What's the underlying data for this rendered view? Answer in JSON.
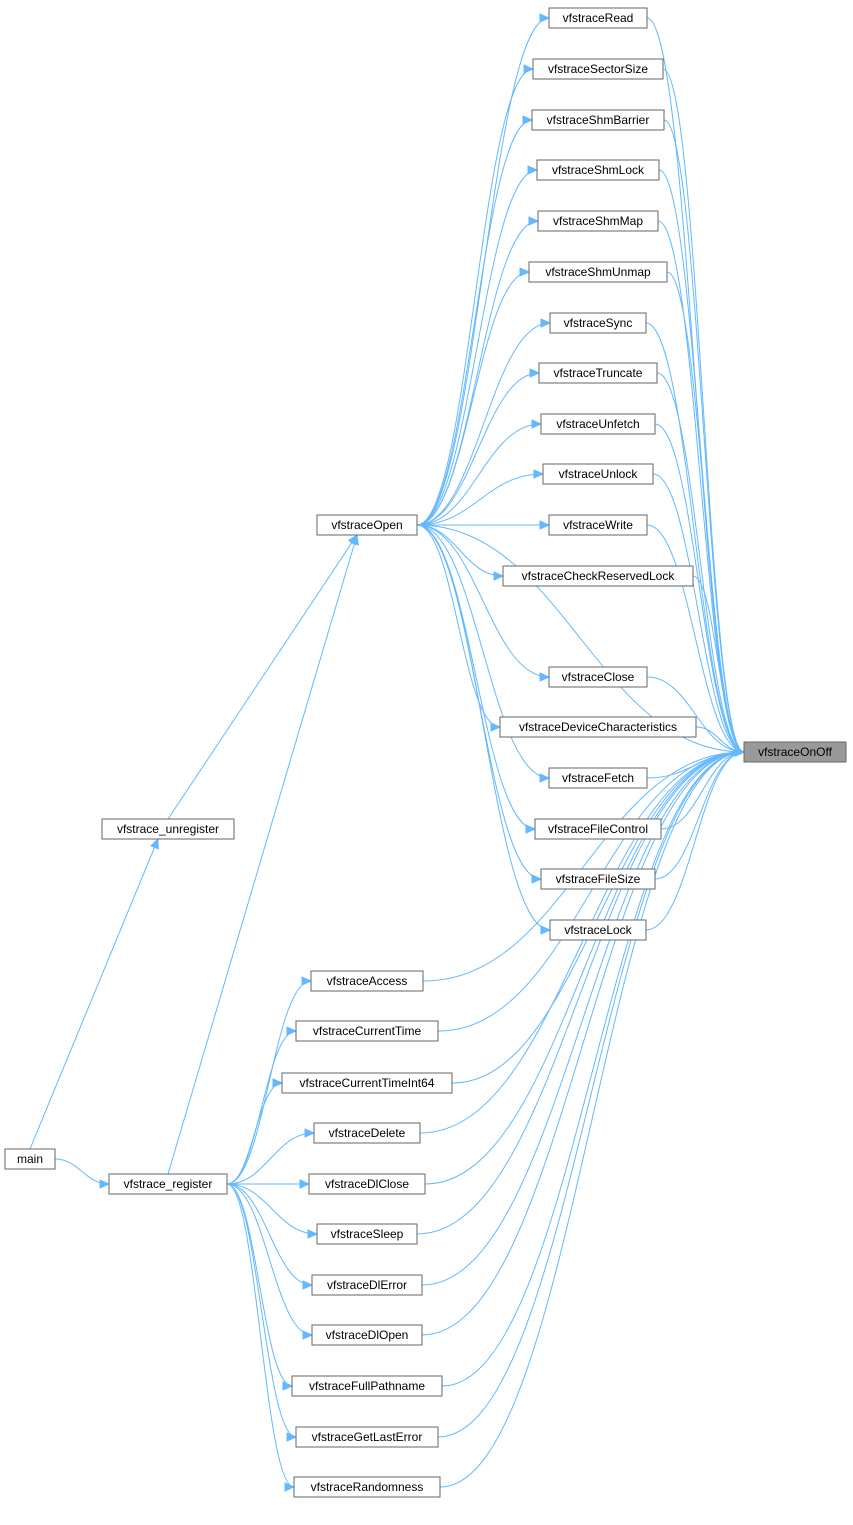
{
  "graph": {
    "title": "",
    "colors": {
      "edge": "#63b8ff",
      "node_border": "#666666",
      "node_fill": "#ffffff",
      "target_fill": "#999999"
    },
    "target": "vfstraceOnOff",
    "nodes": [
      {
        "id": "vfstraceRead",
        "label": "vfstraceRead"
      },
      {
        "id": "vfstraceSectorSize",
        "label": "vfstraceSectorSize"
      },
      {
        "id": "vfstraceShmBarrier",
        "label": "vfstraceShmBarrier"
      },
      {
        "id": "vfstraceShmLock",
        "label": "vfstraceShmLock"
      },
      {
        "id": "vfstraceShmMap",
        "label": "vfstraceShmMap"
      },
      {
        "id": "vfstraceShmUnmap",
        "label": "vfstraceShmUnmap"
      },
      {
        "id": "vfstraceSync",
        "label": "vfstraceSync"
      },
      {
        "id": "vfstraceTruncate",
        "label": "vfstraceTruncate"
      },
      {
        "id": "vfstraceUnfetch",
        "label": "vfstraceUnfetch"
      },
      {
        "id": "vfstraceUnlock",
        "label": "vfstraceUnlock"
      },
      {
        "id": "vfstraceWrite",
        "label": "vfstraceWrite"
      },
      {
        "id": "vfstraceCheckReservedLock",
        "label": "vfstraceCheckReservedLock"
      },
      {
        "id": "vfstraceClose",
        "label": "vfstraceClose"
      },
      {
        "id": "vfstraceDeviceCharacteristics",
        "label": "vfstraceDeviceCharacteristics"
      },
      {
        "id": "vfstraceFetch",
        "label": "vfstraceFetch"
      },
      {
        "id": "vfstraceFileControl",
        "label": "vfstraceFileControl"
      },
      {
        "id": "vfstraceFileSize",
        "label": "vfstraceFileSize"
      },
      {
        "id": "vfstraceLock",
        "label": "vfstraceLock"
      },
      {
        "id": "vfstraceOpen",
        "label": "vfstraceOpen"
      },
      {
        "id": "vfstraceOnOff",
        "label": "vfstraceOnOff"
      },
      {
        "id": "vfstrace_unregister",
        "label": "vfstrace_unregister"
      },
      {
        "id": "vfstraceAccess",
        "label": "vfstraceAccess"
      },
      {
        "id": "vfstraceCurrentTime",
        "label": "vfstraceCurrentTime"
      },
      {
        "id": "vfstraceCurrentTimeInt64",
        "label": "vfstraceCurrentTimeInt64"
      },
      {
        "id": "vfstraceDelete",
        "label": "vfstraceDelete"
      },
      {
        "id": "vfstraceDlClose",
        "label": "vfstraceDlClose"
      },
      {
        "id": "vfstraceSleep",
        "label": "vfstraceSleep"
      },
      {
        "id": "vfstraceDlError",
        "label": "vfstraceDlError"
      },
      {
        "id": "vfstraceDlOpen",
        "label": "vfstraceDlOpen"
      },
      {
        "id": "vfstraceFullPathname",
        "label": "vfstraceFullPathname"
      },
      {
        "id": "vfstraceGetLastError",
        "label": "vfstraceGetLastError"
      },
      {
        "id": "vfstraceRandomness",
        "label": "vfstraceRandomness"
      },
      {
        "id": "main",
        "label": "main"
      },
      {
        "id": "vfstrace_register",
        "label": "vfstrace_register"
      }
    ],
    "edges": [
      {
        "from": "vfstraceRead",
        "to": "vfstraceOnOff"
      },
      {
        "from": "vfstraceSectorSize",
        "to": "vfstraceOnOff"
      },
      {
        "from": "vfstraceShmBarrier",
        "to": "vfstraceOnOff"
      },
      {
        "from": "vfstraceShmLock",
        "to": "vfstraceOnOff"
      },
      {
        "from": "vfstraceShmMap",
        "to": "vfstraceOnOff"
      },
      {
        "from": "vfstraceShmUnmap",
        "to": "vfstraceOnOff"
      },
      {
        "from": "vfstraceSync",
        "to": "vfstraceOnOff"
      },
      {
        "from": "vfstraceTruncate",
        "to": "vfstraceOnOff"
      },
      {
        "from": "vfstraceUnfetch",
        "to": "vfstraceOnOff"
      },
      {
        "from": "vfstraceUnlock",
        "to": "vfstraceOnOff"
      },
      {
        "from": "vfstraceWrite",
        "to": "vfstraceOnOff"
      },
      {
        "from": "vfstraceCheckReservedLock",
        "to": "vfstraceOnOff"
      },
      {
        "from": "vfstraceOpen",
        "to": "vfstraceOnOff"
      },
      {
        "from": "vfstraceClose",
        "to": "vfstraceOnOff"
      },
      {
        "from": "vfstraceDeviceCharacteristics",
        "to": "vfstraceOnOff"
      },
      {
        "from": "vfstraceFetch",
        "to": "vfstraceOnOff"
      },
      {
        "from": "vfstraceFileControl",
        "to": "vfstraceOnOff"
      },
      {
        "from": "vfstraceFileSize",
        "to": "vfstraceOnOff"
      },
      {
        "from": "vfstraceLock",
        "to": "vfstraceOnOff"
      },
      {
        "from": "vfstraceAccess",
        "to": "vfstraceOnOff"
      },
      {
        "from": "vfstraceCurrentTime",
        "to": "vfstraceOnOff"
      },
      {
        "from": "vfstraceCurrentTimeInt64",
        "to": "vfstraceOnOff"
      },
      {
        "from": "vfstraceDelete",
        "to": "vfstraceOnOff"
      },
      {
        "from": "vfstraceDlClose",
        "to": "vfstraceOnOff"
      },
      {
        "from": "vfstraceSleep",
        "to": "vfstraceOnOff"
      },
      {
        "from": "vfstraceDlError",
        "to": "vfstraceOnOff"
      },
      {
        "from": "vfstraceDlOpen",
        "to": "vfstraceOnOff"
      },
      {
        "from": "vfstraceFullPathname",
        "to": "vfstraceOnOff"
      },
      {
        "from": "vfstraceGetLastError",
        "to": "vfstraceOnOff"
      },
      {
        "from": "vfstraceRandomness",
        "to": "vfstraceOnOff"
      },
      {
        "from": "vfstraceOpen",
        "to": "vfstraceRead"
      },
      {
        "from": "vfstraceOpen",
        "to": "vfstraceSectorSize"
      },
      {
        "from": "vfstraceOpen",
        "to": "vfstraceShmBarrier"
      },
      {
        "from": "vfstraceOpen",
        "to": "vfstraceShmLock"
      },
      {
        "from": "vfstraceOpen",
        "to": "vfstraceShmMap"
      },
      {
        "from": "vfstraceOpen",
        "to": "vfstraceShmUnmap"
      },
      {
        "from": "vfstraceOpen",
        "to": "vfstraceSync"
      },
      {
        "from": "vfstraceOpen",
        "to": "vfstraceTruncate"
      },
      {
        "from": "vfstraceOpen",
        "to": "vfstraceUnfetch"
      },
      {
        "from": "vfstraceOpen",
        "to": "vfstraceUnlock"
      },
      {
        "from": "vfstraceOpen",
        "to": "vfstraceWrite"
      },
      {
        "from": "vfstraceOpen",
        "to": "vfstraceCheckReservedLock"
      },
      {
        "from": "vfstraceOpen",
        "to": "vfstraceClose"
      },
      {
        "from": "vfstraceOpen",
        "to": "vfstraceDeviceCharacteristics"
      },
      {
        "from": "vfstraceOpen",
        "to": "vfstraceFetch"
      },
      {
        "from": "vfstraceOpen",
        "to": "vfstraceFileControl"
      },
      {
        "from": "vfstraceOpen",
        "to": "vfstraceFileSize"
      },
      {
        "from": "vfstraceOpen",
        "to": "vfstraceLock"
      },
      {
        "from": "vfstrace_unregister",
        "to": "vfstraceOpen"
      },
      {
        "from": "vfstrace_register",
        "to": "vfstraceOpen"
      },
      {
        "from": "main",
        "to": "vfstrace_unregister"
      },
      {
        "from": "main",
        "to": "vfstrace_register"
      },
      {
        "from": "vfstrace_register",
        "to": "vfstraceAccess"
      },
      {
        "from": "vfstrace_register",
        "to": "vfstraceCurrentTime"
      },
      {
        "from": "vfstrace_register",
        "to": "vfstraceCurrentTimeInt64"
      },
      {
        "from": "vfstrace_register",
        "to": "vfstraceDelete"
      },
      {
        "from": "vfstrace_register",
        "to": "vfstraceDlClose"
      },
      {
        "from": "vfstrace_register",
        "to": "vfstraceSleep"
      },
      {
        "from": "vfstrace_register",
        "to": "vfstraceDlError"
      },
      {
        "from": "vfstrace_register",
        "to": "vfstraceDlOpen"
      },
      {
        "from": "vfstrace_register",
        "to": "vfstraceFullPathname"
      },
      {
        "from": "vfstrace_register",
        "to": "vfstraceGetLastError"
      },
      {
        "from": "vfstrace_register",
        "to": "vfstraceRandomness"
      }
    ]
  }
}
